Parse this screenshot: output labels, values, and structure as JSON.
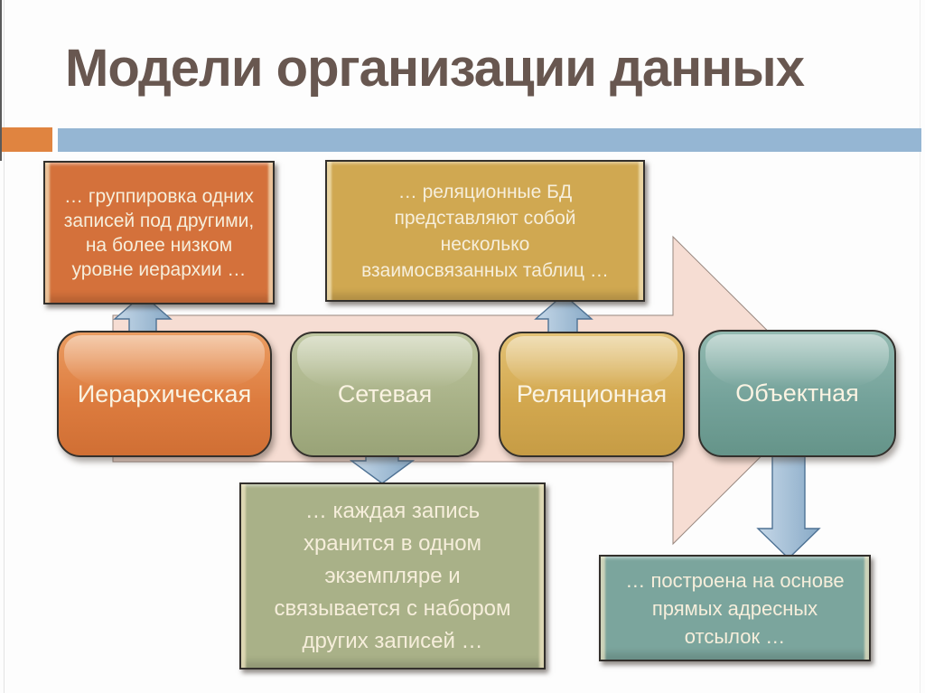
{
  "slide": {
    "title": "Модели организации данных"
  },
  "models": [
    {
      "label": "Иерархическая"
    },
    {
      "label": "Сетевая"
    },
    {
      "label": "Реляционная"
    },
    {
      "label": "Объектная"
    }
  ],
  "callouts": [
    {
      "for": "hierarchical",
      "lines": [
        "… группировка одних",
        "записей под другими,",
        "на более низком",
        "уровне иерархии …"
      ]
    },
    {
      "for": "relational",
      "lines": [
        "… реляционные БД",
        "представляют собой",
        "несколько",
        "взаимосвязанных таблиц …"
      ]
    },
    {
      "for": "network",
      "lines": [
        "… каждая запись",
        "хранится в одном",
        "экземпляре и",
        "связывается с набором",
        "других записей …"
      ]
    },
    {
      "for": "object",
      "lines": [
        "… построена на основе",
        "прямых адресных",
        "отсылок …"
      ]
    }
  ],
  "colors": {
    "slide-bg": "#fdfdfd",
    "title": "#685750",
    "accent-square": "#e08440",
    "accent-bar": "#95b6d3",
    "flow-arrow-fill": "#f6ddd3",
    "flow-arrow-stroke": "#97867e",
    "connector-stroke": "#4e7294",
    "outline-dark": "#33302c",
    "box-text": "#faf3e2",
    "callout-text": "#f6eedb",
    "hier-light": "#eb9d62",
    "hier-base": "#dd7c3f",
    "hier-dark": "#d06f34",
    "net-light": "#c0c8a2",
    "net-base": "#a9b288",
    "net-dark": "#99a377",
    "rel-light": "#e3c276",
    "rel-base": "#d3a84f",
    "rel-dark": "#c69c45",
    "obj-light": "#93bab1",
    "obj-base": "#74a29a",
    "obj-dark": "#659489",
    "callout-hier": "#d4713b",
    "callout-rel": "#d0a851",
    "callout-net": "#a9b188",
    "callout-obj": "#7ba59d"
  }
}
